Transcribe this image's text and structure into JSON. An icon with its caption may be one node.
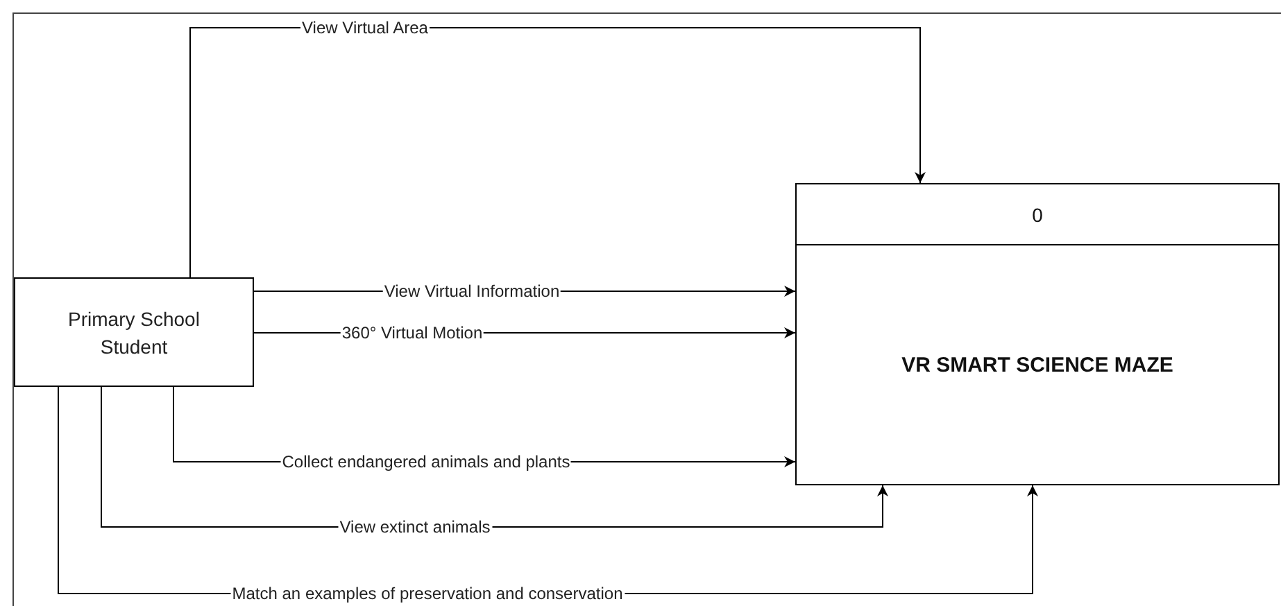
{
  "diagram": {
    "nodes": [
      {
        "text": [
          "Primary School Student"
        ]
      },
      {
        "text": [
          "0",
          "VR SMART SCIENCE MAZE"
        ]
      }
    ],
    "edges": [
      {
        "from": 0,
        "to": 1,
        "arrow": "to",
        "label": "View Virtual Area"
      },
      {
        "from": 0,
        "to": 1,
        "arrow": "to",
        "label": "View Virtual Information"
      },
      {
        "from": 0,
        "to": 1,
        "arrow": "to",
        "label": "360° Virtual Motion"
      },
      {
        "from": 0,
        "to": 1,
        "arrow": "to",
        "label": "Collect endangered animals and plants"
      },
      {
        "from": 0,
        "to": 1,
        "arrow": "to",
        "label": "View extinct animals"
      },
      {
        "from": 0,
        "to": 1,
        "arrow": "to",
        "label": "Match an examples of preservation and conservation"
      }
    ]
  }
}
